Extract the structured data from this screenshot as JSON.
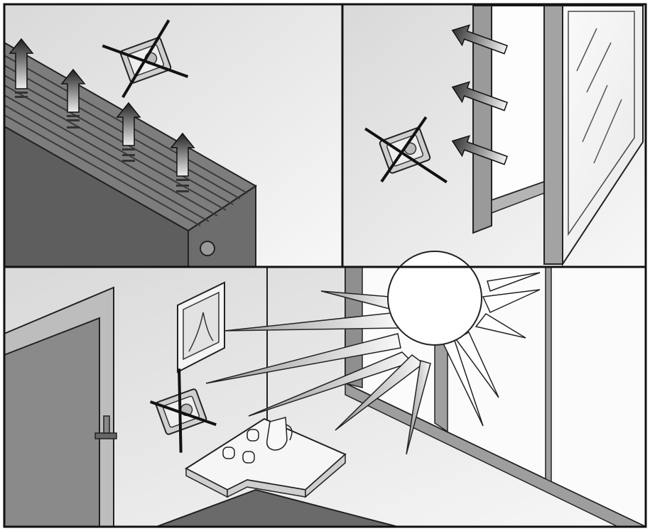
{
  "panels": [
    {
      "id": "radiator-panel",
      "icon": "radiator-heat-icon",
      "crossed_icon": "thermostat-crossed-icon"
    },
    {
      "id": "window-draft-panel",
      "icon": "open-window-draft-icon",
      "crossed_icon": "thermostat-crossed-icon"
    },
    {
      "id": "sunlight-panel",
      "icon": "sun-icon",
      "crossed_icon": "thermostat-crossed-icon"
    }
  ],
  "colors": {
    "frame": "#111111",
    "panel_bg": "#f0f0f0",
    "radiator": "#6b6b6b",
    "radiator_top": "#7d7d7d",
    "door": "#8a8a8a",
    "cross": "#111111"
  }
}
